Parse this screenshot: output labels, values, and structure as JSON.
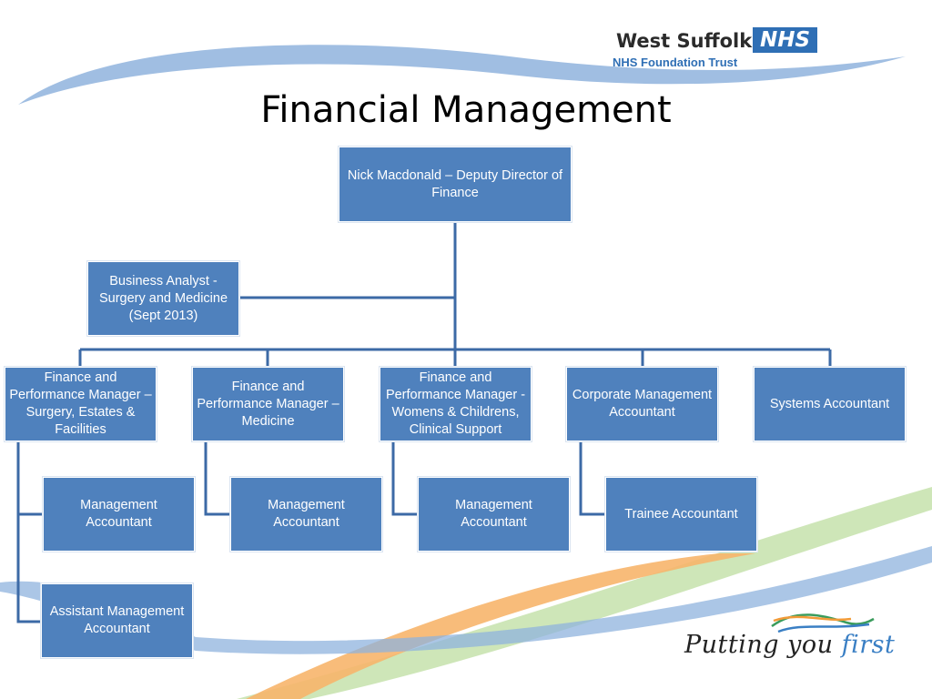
{
  "header": {
    "org_name": "West Suffolk",
    "org_badge": "NHS",
    "org_subtitle": "NHS Foundation Trust"
  },
  "title": "Financial Management",
  "org_chart": {
    "director": "Nick Macdonald – Deputy Director of Finance",
    "analyst": "Business Analyst - Surgery and Medicine (Sept 2013)",
    "managers": [
      "Finance and Performance Manager – Surgery, Estates & Facilities",
      "Finance and Performance Manager – Medicine",
      "Finance and Performance Manager - Womens & Childrens, Clinical Support",
      "Corporate Management Accountant",
      "Systems Accountant"
    ],
    "reports": [
      "Management Accountant",
      "Management Accountant",
      "Management Accountant",
      "Trainee Accountant",
      "Assistant Management Accountant"
    ]
  },
  "footer": {
    "tagline_start": "Putting you",
    "tagline_end": "first"
  },
  "colors": {
    "box_fill": "#4f81bd",
    "connector": "#3c6aa6",
    "nhs_blue": "#2f6fb5",
    "swoosh_blue": "#8fb3dd",
    "swoosh_orange": "#f7b56b",
    "swoosh_green": "#c9e3b0"
  }
}
